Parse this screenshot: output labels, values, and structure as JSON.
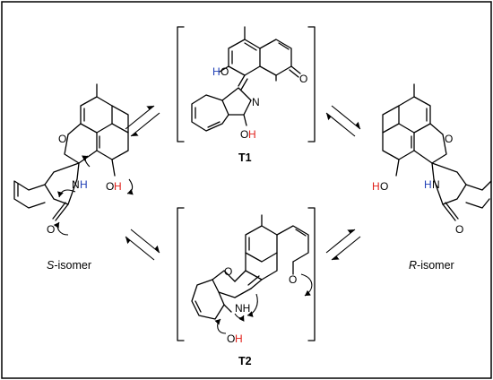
{
  "labels": {
    "t1": "T1",
    "t2": "T2",
    "s_prefix": "S",
    "s_suffix": "-isomer",
    "r_prefix": "R",
    "r_suffix": "-isomer"
  },
  "atoms": {
    "t1_ho_h": "H",
    "t1_ho_o": "O",
    "t1_n": "N",
    "t1_o": "O",
    "t1_oh_o": "O",
    "t1_oh_h": "H",
    "s_o_ring": "O",
    "s_n": "N",
    "s_nh_h": "H",
    "s_oh_o": "O",
    "s_oh_h": "H",
    "s_o_carbonyl": "O",
    "r_o_ring": "O",
    "r_ho_h": "H",
    "r_ho_o": "O",
    "r_nh_h": "H",
    "r_n": "N",
    "r_o_carbonyl": "O",
    "t2_o_ring": "O",
    "t2_nh": "NH",
    "t2_o": "O",
    "t2_oh_o": "O",
    "t2_oh_h": "H"
  },
  "colors": {
    "hydrogen_on_nitrogen": "#1f3fb6",
    "hydrogen_on_oxygen": "#e0201a",
    "frame": "#000000"
  }
}
